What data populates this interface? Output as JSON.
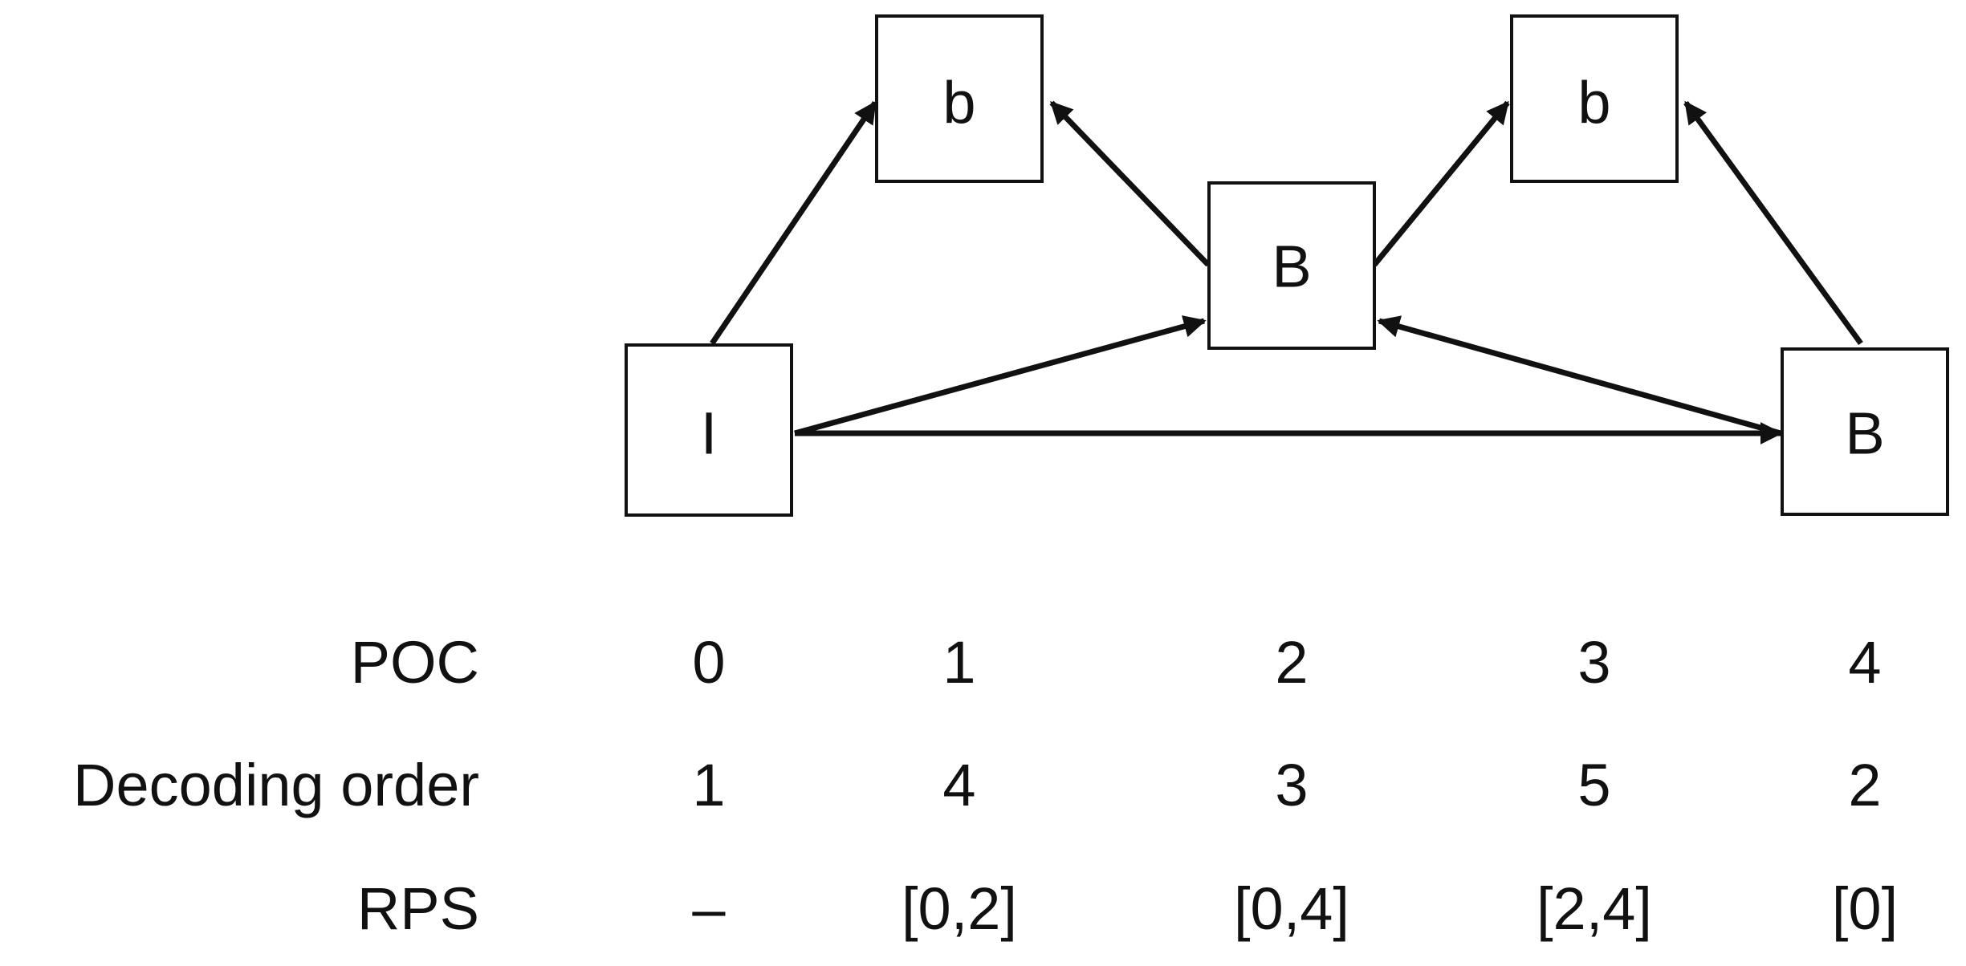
{
  "frames": [
    {
      "id": "f0",
      "label": "I"
    },
    {
      "id": "f1",
      "label": "b"
    },
    {
      "id": "f2",
      "label": "B"
    },
    {
      "id": "f3",
      "label": "b"
    },
    {
      "id": "f4",
      "label": "B"
    }
  ],
  "references": [
    {
      "from": "f0",
      "to": "f1"
    },
    {
      "from": "f2",
      "to": "f1"
    },
    {
      "from": "f2",
      "to": "f3"
    },
    {
      "from": "f4",
      "to": "f3"
    },
    {
      "from": "f0",
      "to": "f2"
    },
    {
      "from": "f4",
      "to": "f2"
    },
    {
      "from": "f0",
      "to": "f4"
    }
  ],
  "table": {
    "rows": [
      {
        "label": "POC",
        "values": [
          "0",
          "1",
          "2",
          "3",
          "4"
        ]
      },
      {
        "label": "Decoding order",
        "values": [
          "1",
          "4",
          "3",
          "5",
          "2"
        ]
      },
      {
        "label": "RPS",
        "values": [
          "–",
          "[0,2]",
          "[0,4]",
          "[2,4]",
          "[0]"
        ]
      }
    ]
  }
}
